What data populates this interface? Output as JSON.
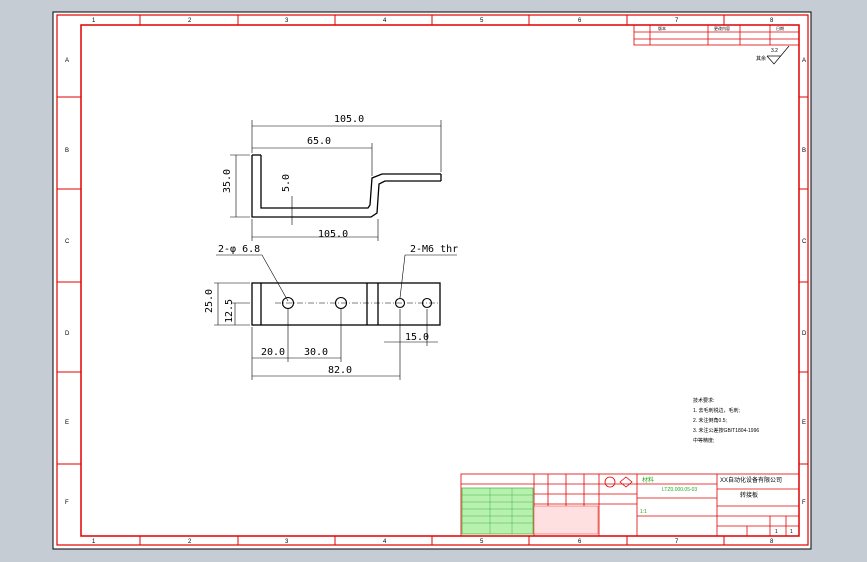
{
  "sheet": {
    "zones_top": [
      "1",
      "2",
      "3",
      "4",
      "5",
      "6",
      "7",
      "8"
    ],
    "zones_bottom": [
      "1",
      "2",
      "3",
      "4",
      "5",
      "6",
      "7",
      "8"
    ],
    "zones_left": [
      "A",
      "B",
      "C",
      "D",
      "E",
      "F"
    ],
    "zones_right": [
      "A",
      "B",
      "C",
      "D",
      "E",
      "F"
    ]
  },
  "dimensions": {
    "top_view_overall": "105.0",
    "top_view_inner": "65.0",
    "top_view_height": "35.0",
    "top_view_step": "5.0",
    "top_view_bottom": "105.0",
    "hole_callout": "2-φ 6.8",
    "thread_callout": "2-M6 thr",
    "front_height": "25.0",
    "front_half_height": "12.5",
    "front_span_20": "20.0",
    "front_span_30": "30.0",
    "front_span_82": "82.0",
    "front_span_15": "15.0"
  },
  "surface_finish": {
    "prefix": "其余",
    "value": "3.2"
  },
  "tech_requirements": {
    "title": "技术要求:",
    "lines": [
      "1. 去毛刺锐边，毛刺;",
      "2. 未注倒角0.5;",
      "3. 未注公差按GB/T1804-1996",
      "   中等精度;"
    ]
  },
  "title_block": {
    "company": "XX自动化设备有限公司",
    "part_name": "转接板",
    "drawing_no": "LTZ0.000.05-03",
    "material": "材料",
    "scale": "1:1",
    "sheet": "1",
    "sheets": "1"
  },
  "revision_table": {
    "headers": [
      "版本",
      "更改内容",
      "日期"
    ]
  }
}
